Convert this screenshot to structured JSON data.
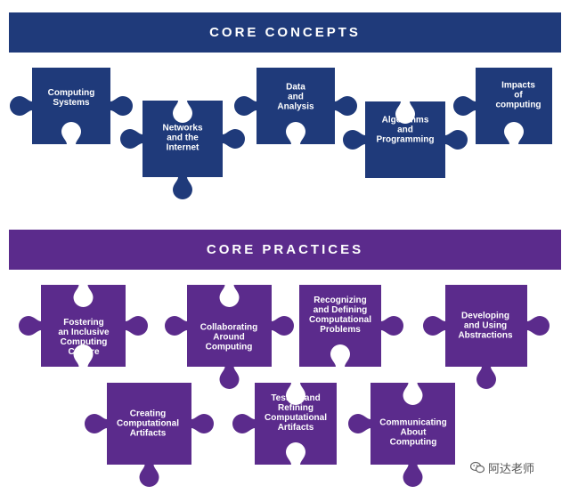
{
  "colors": {
    "concepts": "#1f3a7a",
    "practices": "#5b2b8c"
  },
  "concepts": {
    "title": "CORE CONCEPTS",
    "pieces": [
      {
        "label": "Computing\nSystems"
      },
      {
        "label": "Networks\nand the\nInternet"
      },
      {
        "label": "Data\nand\nAnalysis"
      },
      {
        "label": "Algorithms\nand\nProgramming"
      },
      {
        "label": "Impacts\nof computing"
      }
    ]
  },
  "practices": {
    "title": "CORE PRACTICES",
    "pieces": [
      {
        "label": "Fostering\nan Inclusive\nComputing\nCulture"
      },
      {
        "label": "Collaborating\nAround\nComputing"
      },
      {
        "label": "Recognizing\nand Defining\nComputational\nProblems"
      },
      {
        "label": "Developing\nand Using\nAbstractions"
      },
      {
        "label": "Creating\nComputational\nArtifacts"
      },
      {
        "label": "Testing and\nRefining\nComputational\nArtifacts"
      },
      {
        "label": "Communicating\nAbout\nComputing"
      }
    ]
  },
  "watermark": {
    "text": "阿达老师",
    "icon": "wechat-icon"
  }
}
